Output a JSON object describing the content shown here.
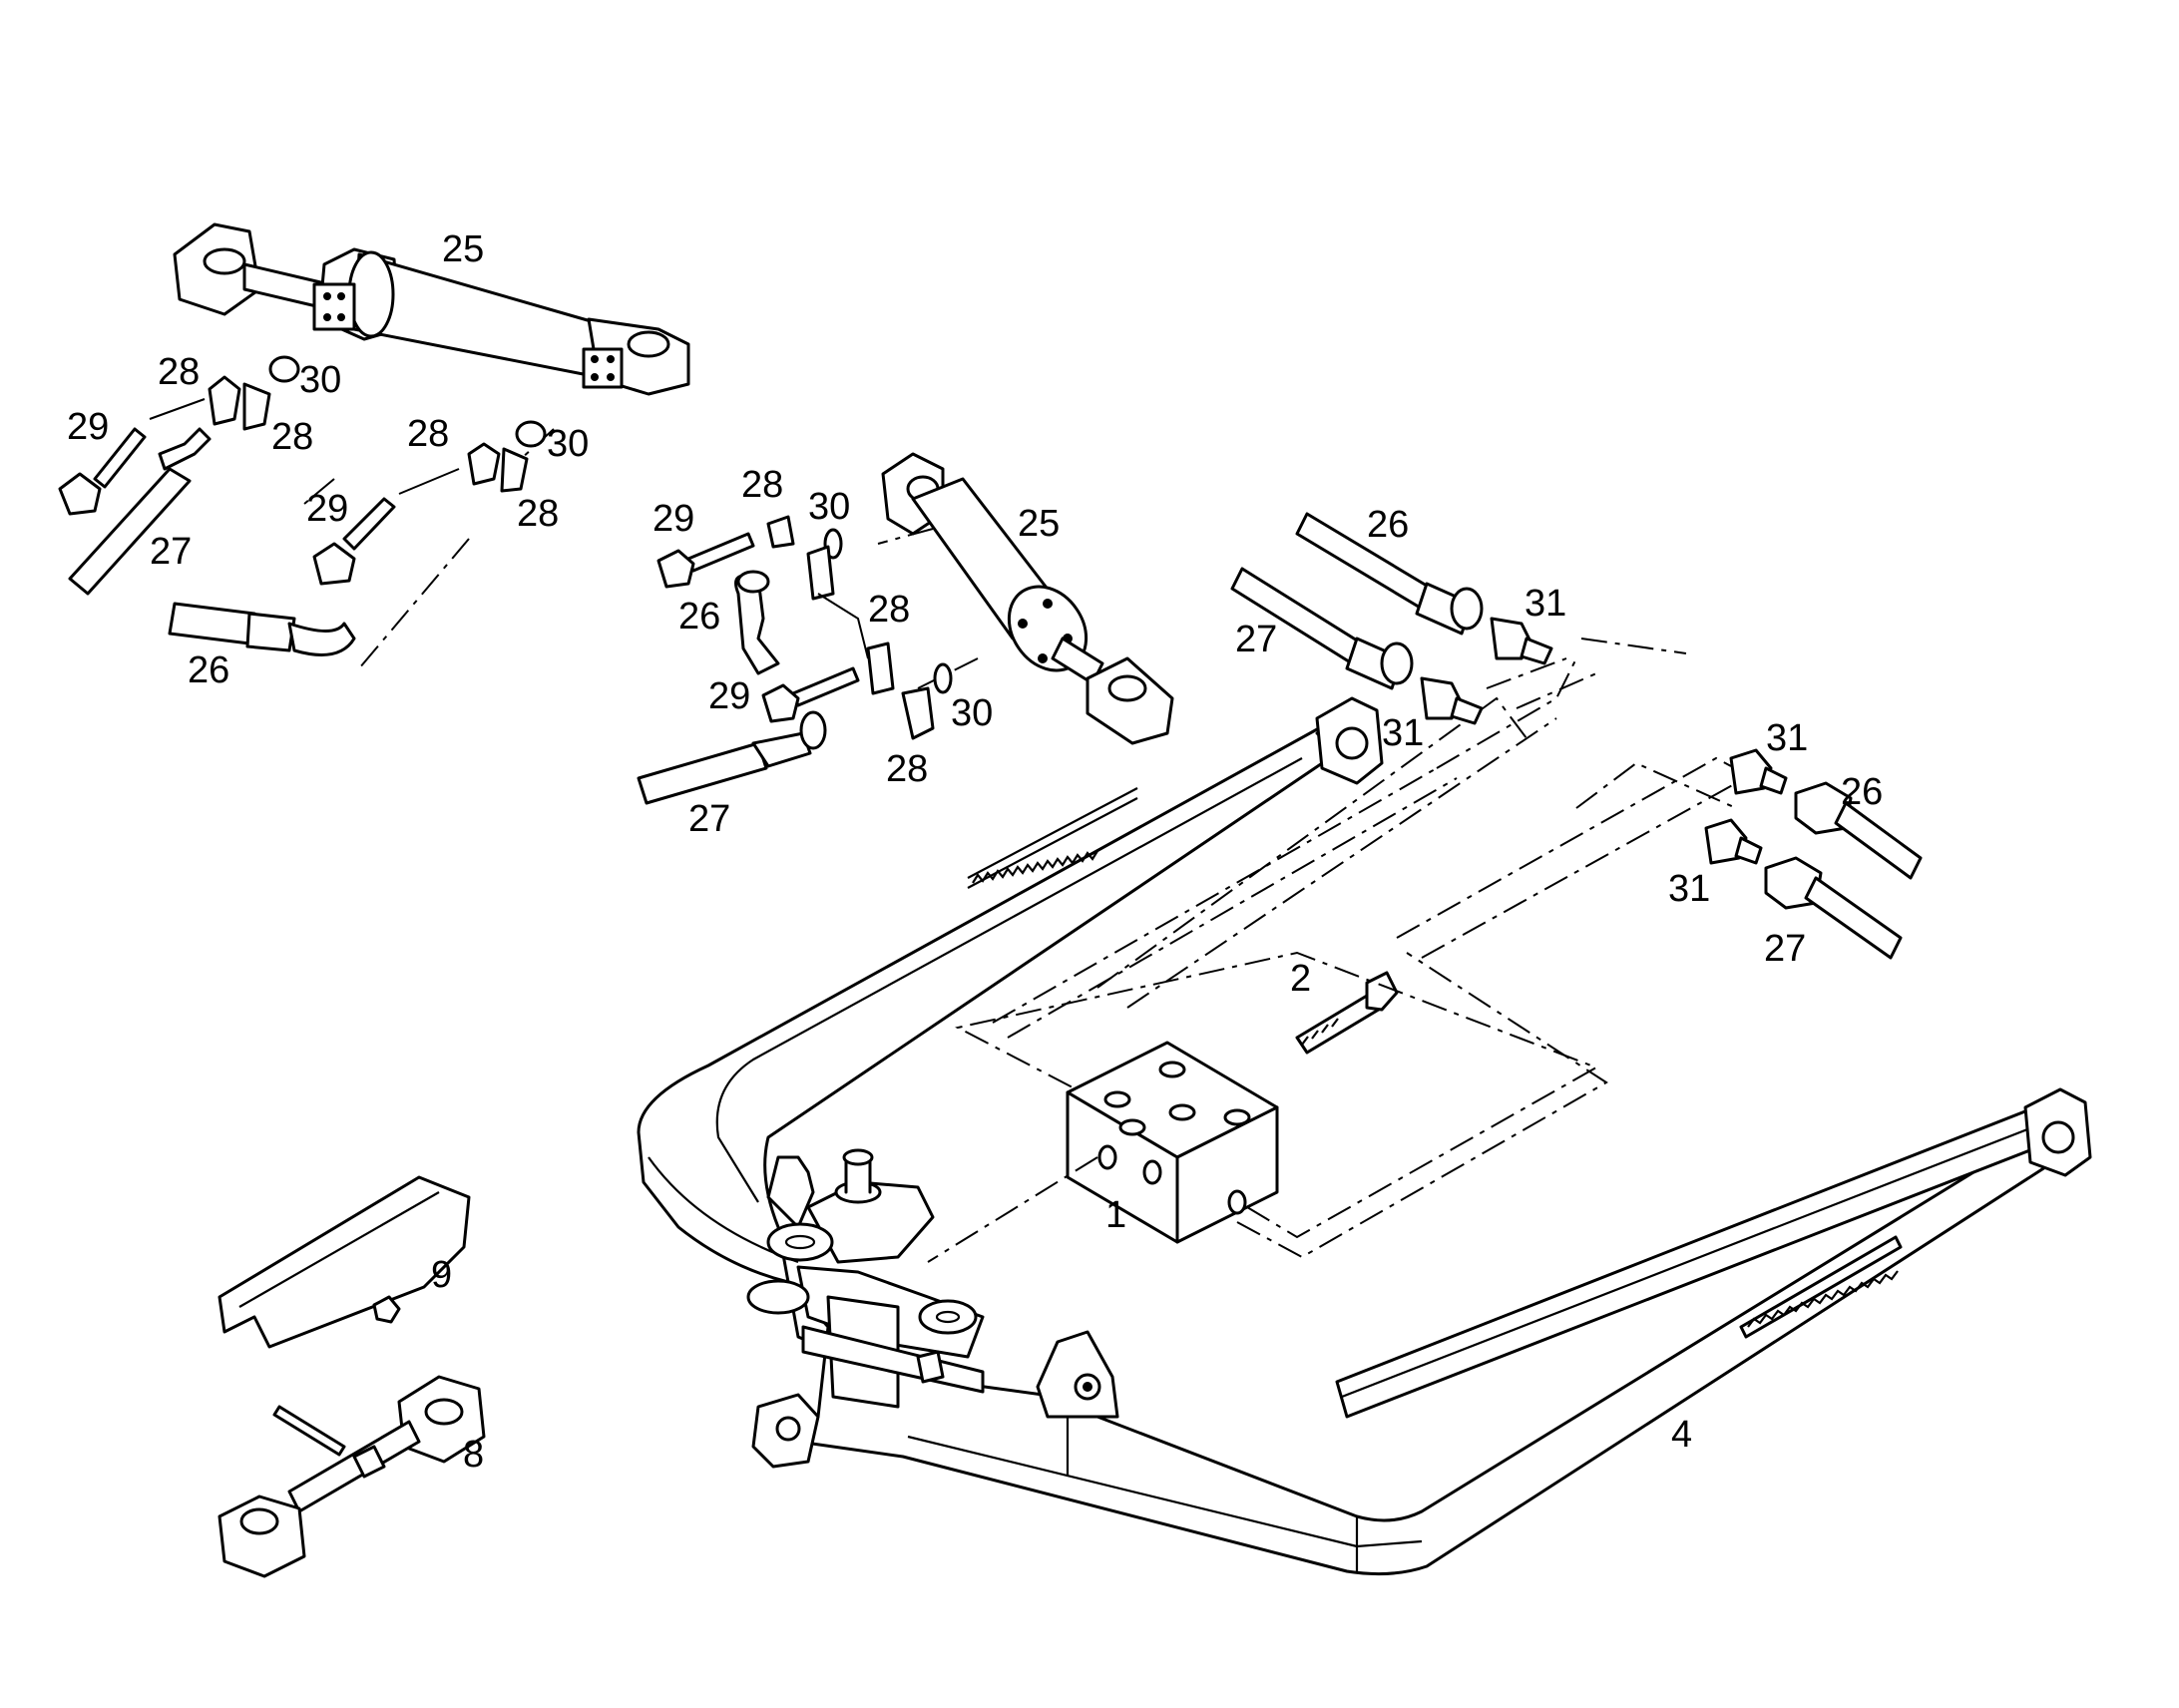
{
  "diagram": {
    "callouts": {
      "c1": "1",
      "c2": "2",
      "c4": "4",
      "c8": "8",
      "c9": "9",
      "c25a": "25",
      "c25b": "25",
      "c26a": "26",
      "c26b": "26",
      "c26c": "26",
      "c26d": "26",
      "c27a": "27",
      "c27b": "27",
      "c27c": "27",
      "c27d": "27",
      "c28a": "28",
      "c28b": "28",
      "c28c": "28",
      "c28d": "28",
      "c28e": "28",
      "c28f": "28",
      "c28g": "28",
      "c29a": "29",
      "c29b": "29",
      "c29c": "29",
      "c29d": "29",
      "c30a": "30",
      "c30b": "30",
      "c30c": "30",
      "c30d": "30",
      "c31a": "31",
      "c31b": "31",
      "c31c": "31",
      "c31d": "31"
    }
  }
}
